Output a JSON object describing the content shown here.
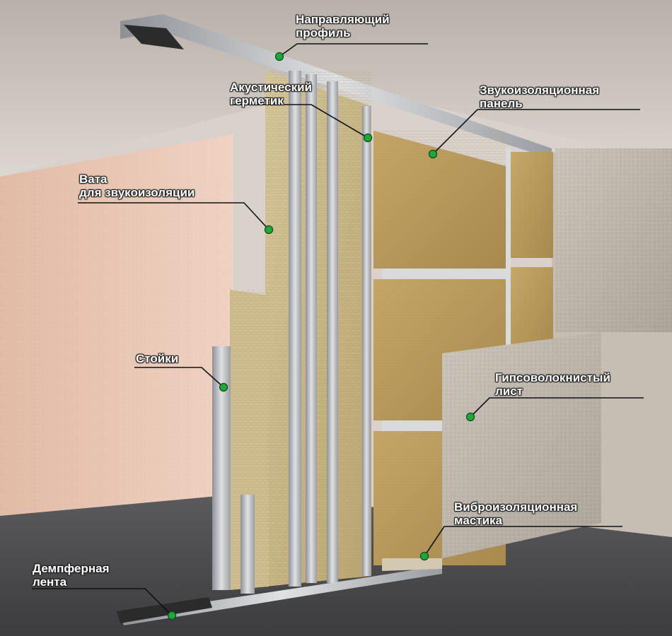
{
  "labels": {
    "guide_profile": [
      "Направляющий",
      "профиль"
    ],
    "acoustic_sealant": [
      "Акустический",
      "герметик"
    ],
    "sound_panel": [
      "Звукоизоляционная",
      "панель"
    ],
    "wool": [
      "Вата",
      "для звукоизоляции"
    ],
    "studs": [
      "Стойки"
    ],
    "gypsum_sheet": [
      "Гипсоволокнистый",
      "лист"
    ],
    "vibro_mastic": [
      "Виброизоляционная",
      "мастика"
    ],
    "damper_tape": [
      "Демпферная",
      "лента"
    ]
  },
  "colors": {
    "marker": "#1fa83a",
    "leader": "#111111",
    "ceiling": "#cfc8c1",
    "wall_left": "#e8c6b4",
    "floor": "#4d4d4f",
    "wool": "#c8b68a",
    "panel": "#b89a5c",
    "metal": "#b9bcc0",
    "gypsum": "#bdb6ac"
  }
}
